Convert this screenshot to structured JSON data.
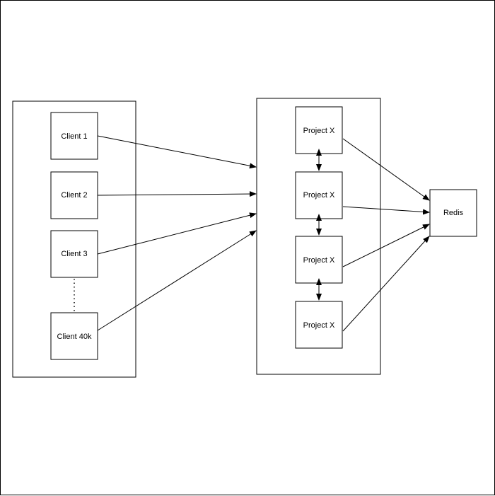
{
  "clients": [
    {
      "label": "Client 1"
    },
    {
      "label": "Client 2"
    },
    {
      "label": "Client 3"
    },
    {
      "label": "Client 40k"
    }
  ],
  "servers": [
    {
      "label": "Project X"
    },
    {
      "label": "Project X"
    },
    {
      "label": "Project X"
    },
    {
      "label": "Project X"
    }
  ],
  "redis": {
    "label": "Redis"
  },
  "colors": {
    "stroke": "#000000",
    "background": "#ffffff"
  }
}
